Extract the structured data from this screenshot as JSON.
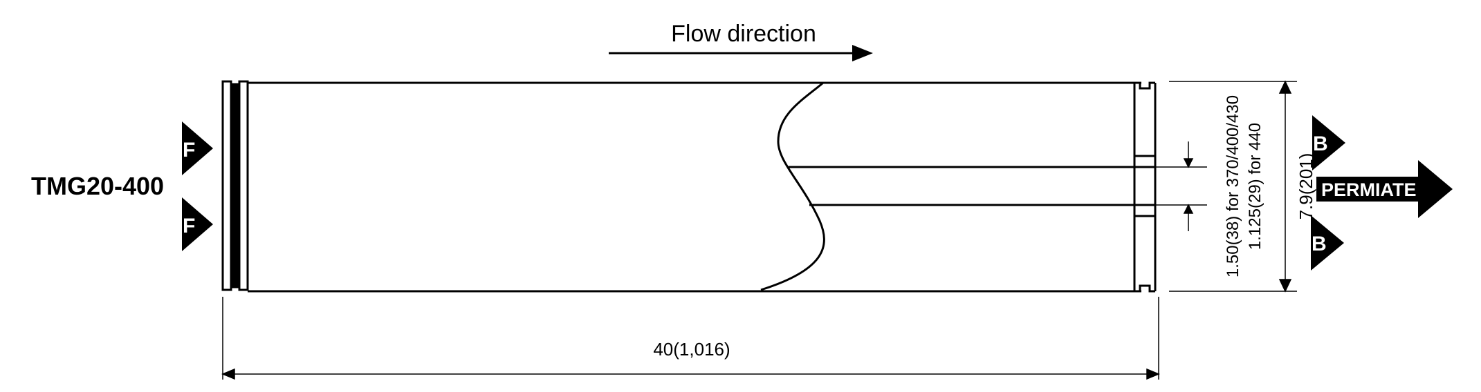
{
  "model_label": "TMG20-400",
  "flow_direction_label": "Flow direction",
  "feed_markers": [
    "F",
    "F"
  ],
  "brine_markers": [
    "B",
    "B"
  ],
  "permeate_label": "PERMIATE",
  "dimensions": {
    "length": "40(1,016)",
    "diameter": "7.9(201)",
    "tube_od_line1": "1.50(38) for 370/400/430",
    "tube_od_line2": "1.125(29) for 440"
  },
  "colors": {
    "stroke": "#000000",
    "background": "#ffffff",
    "marker_fill": "#000000",
    "marker_text": "#ffffff"
  }
}
